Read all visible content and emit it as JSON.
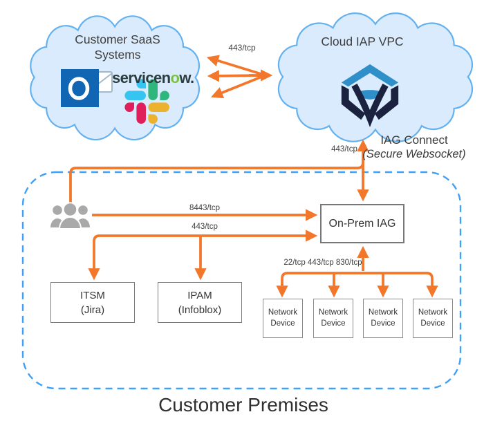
{
  "clouds": {
    "saas": {
      "line1": "Customer SaaS",
      "line2": "Systems"
    },
    "vpc": {
      "title": "Cloud IAP VPC"
    }
  },
  "connections": {
    "saas_vpc": "443/tcp",
    "vpc_iag": "443/tcp",
    "iag_connect_line1": "IAG Connect",
    "iag_connect_line2": "(Secure Websocket)",
    "users_iag": "8443/tcp",
    "iag_itsm_ipam": "443/tcp",
    "iag_devices": "22/tcp 443/tcp 830/tcp"
  },
  "premises": {
    "title": "Customer Premises"
  },
  "boxes": {
    "onprem_iag": {
      "label": "On-Prem IAG"
    },
    "itsm": {
      "line1": "ITSM",
      "line2": "(Jira)"
    },
    "ipam": {
      "line1": "IPAM",
      "line2": "(Infoblox)"
    },
    "devices": [
      {
        "line1": "Network",
        "line2": "Device"
      },
      {
        "line1": "Network",
        "line2": "Device"
      },
      {
        "line1": "Network",
        "line2": "Device"
      },
      {
        "line1": "Network",
        "line2": "Device"
      }
    ]
  },
  "logos": {
    "servicenow": {
      "pre": "servicen",
      "o": "o",
      "post": "w."
    },
    "icons": [
      "outlook-icon",
      "servicenow-logo",
      "slack-icon",
      "itential-icon",
      "users-icon"
    ]
  },
  "colors": {
    "arrow-orange": "#F2772B",
    "cloud-fill": "#D9EBFC",
    "cloud-stroke": "#64B1F0",
    "premises-dash": "#3FA0F5",
    "box-border": "#7B7B7B",
    "text-dark": "#3E3E3E",
    "users-gray": "#A9A9A9",
    "outlook-blue": "#1066B2",
    "servicenow-green": "#7DC242",
    "servicenow-text": "#2B3D3F",
    "slack-blue": "#36C5F0",
    "slack-green": "#2EB67D",
    "slack-yellow": "#ECB22E",
    "slack-red": "#E01E5A",
    "itential-navy": "#1B2240",
    "itential-blue": "#2E8FC9"
  }
}
